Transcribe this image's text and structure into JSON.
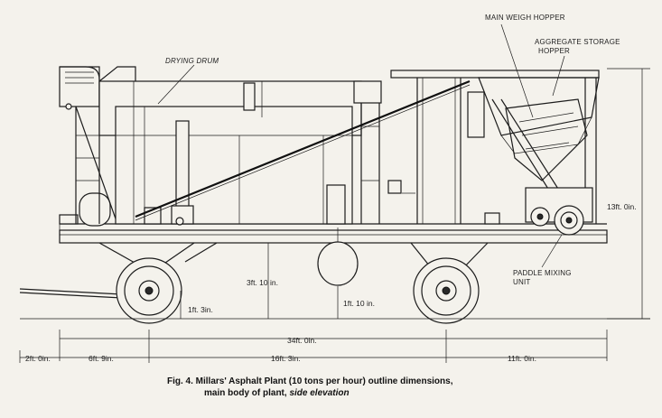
{
  "labels": {
    "drying_drum": "DRYING DRUM",
    "main_weigh_hopper": "MAIN WEIGH HOPPER",
    "aggregate_storage_1": "AGGREGATE STORAGE",
    "aggregate_storage_2": "HOPPER",
    "paddle_mixing_1": "PADDLE MIXING",
    "paddle_mixing_2": "UNIT"
  },
  "dimensions": {
    "height_overall": "13ft. 0in.",
    "drum_clearance": "3ft. 10 in.",
    "axle_clearance": "1ft. 10 in.",
    "wheel_radius": "1ft. 3in.",
    "overall_length": "34ft.   0in.",
    "front_overhang": "2ft. 0in.",
    "front_to_axle": "6ft. 9in.",
    "wheelbase": "16ft.  3in.",
    "rear_section": "11ft.  0in."
  },
  "caption": {
    "line1": "Fig. 4.  Millars' Asphalt Plant (10 tons per hour) outline dimensions,",
    "line2_plain": "main body of plant, ",
    "line2_italic": "side elevation"
  }
}
